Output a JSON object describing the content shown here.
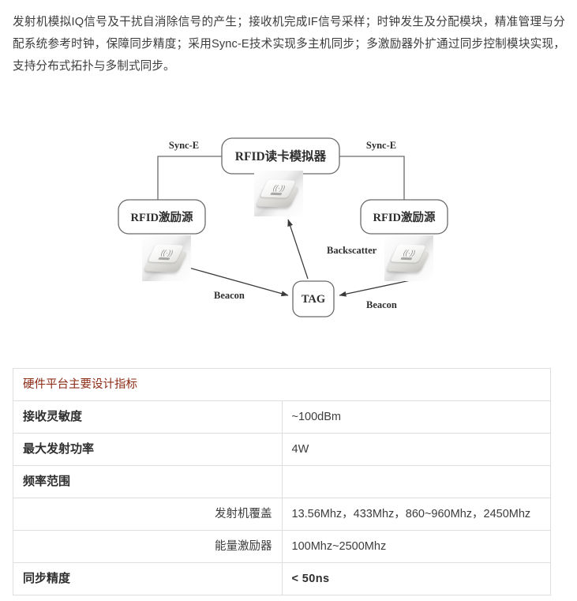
{
  "document": {
    "intro_paragraph": "发射机模拟IQ信号及干扰自消除信号的产生；接收机完成IF信号采样；时钟发生及分配模块，精准管理与分配系统参考时钟，保障同步精度；采用Sync-E技术实现多主机同步；多激励器外扩通过同步控制模块实现，支持分布式拓扑与多制式同步。"
  },
  "diagram": {
    "nodes": {
      "reader_simulator": "RFID读卡模拟器",
      "exciter_left": "RFID激励源",
      "exciter_right": "RFID激励源",
      "tag": "TAG"
    },
    "edge_labels": {
      "sync_e_left": "Sync-E",
      "sync_e_right": "Sync-E",
      "backscatter": "Backscatter",
      "beacon_left": "Beacon",
      "beacon_right": "Beacon"
    },
    "photos": {
      "center_device": "rfid-reader-device-photo",
      "left_device": "rfid-exciter-device-photo",
      "right_device": "rfid-exciter-device-photo"
    },
    "colors": {
      "stroke": "#6b6b6b",
      "text": "#2e2e2e"
    }
  },
  "spec_table": {
    "header": "硬件平台主要设计指标",
    "header_color": "#8c2b15",
    "rows": [
      {
        "label": "接收灵敏度",
        "value": "~100dBm",
        "style": "strong",
        "indent": false
      },
      {
        "label": "最大发射功率",
        "value": "4W",
        "style": "strong",
        "indent": false
      },
      {
        "label": "频率范围",
        "value": "",
        "style": "strong",
        "indent": false
      },
      {
        "label": "发射机覆盖",
        "value": "13.56Mhz，433Mhz，860~960Mhz，2450Mhz",
        "style": "normal",
        "indent": true
      },
      {
        "label": "能量激励器",
        "value": "100Mhz~2500Mhz",
        "style": "normal",
        "indent": true
      },
      {
        "label": "同步精度",
        "value": "< 50ns",
        "style": "strong-value",
        "indent": false
      }
    ]
  }
}
